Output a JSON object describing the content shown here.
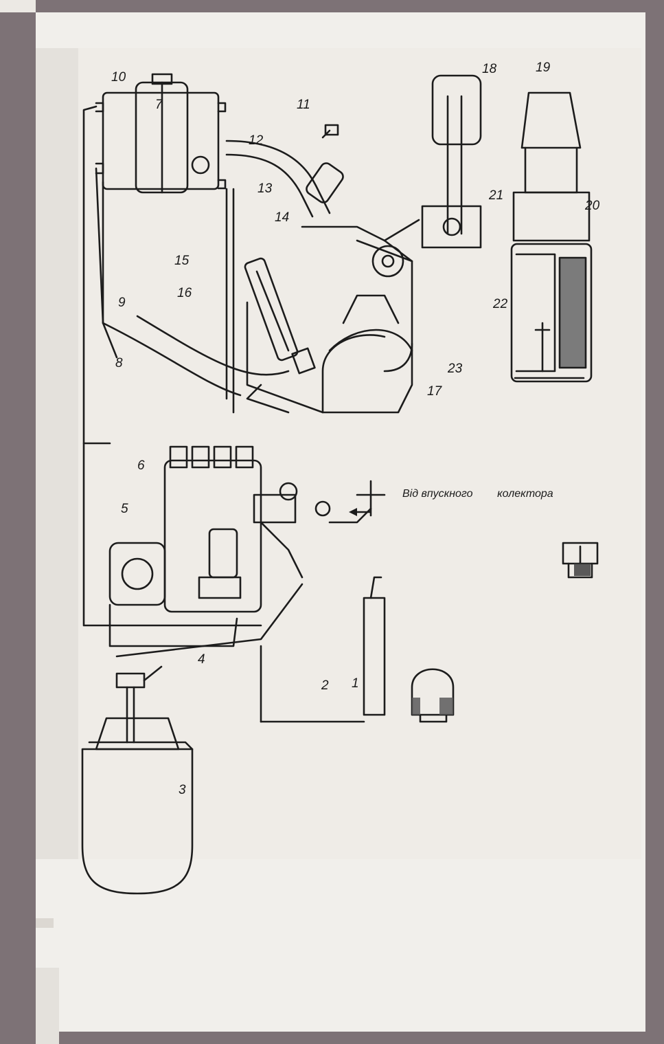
{
  "diagram": {
    "part_numbers": [
      "1",
      "2",
      "3",
      "4",
      "5",
      "6",
      "7",
      "8",
      "9",
      "10",
      "11",
      "12",
      "13",
      "14",
      "15",
      "16",
      "17",
      "18",
      "19",
      "20",
      "21",
      "22",
      "23"
    ],
    "intake_caption": "Від впускного        колектора"
  },
  "colors": {
    "background_frame": "#7d7276",
    "page": "#f1efeb",
    "ink": "#1a1a1a"
  }
}
